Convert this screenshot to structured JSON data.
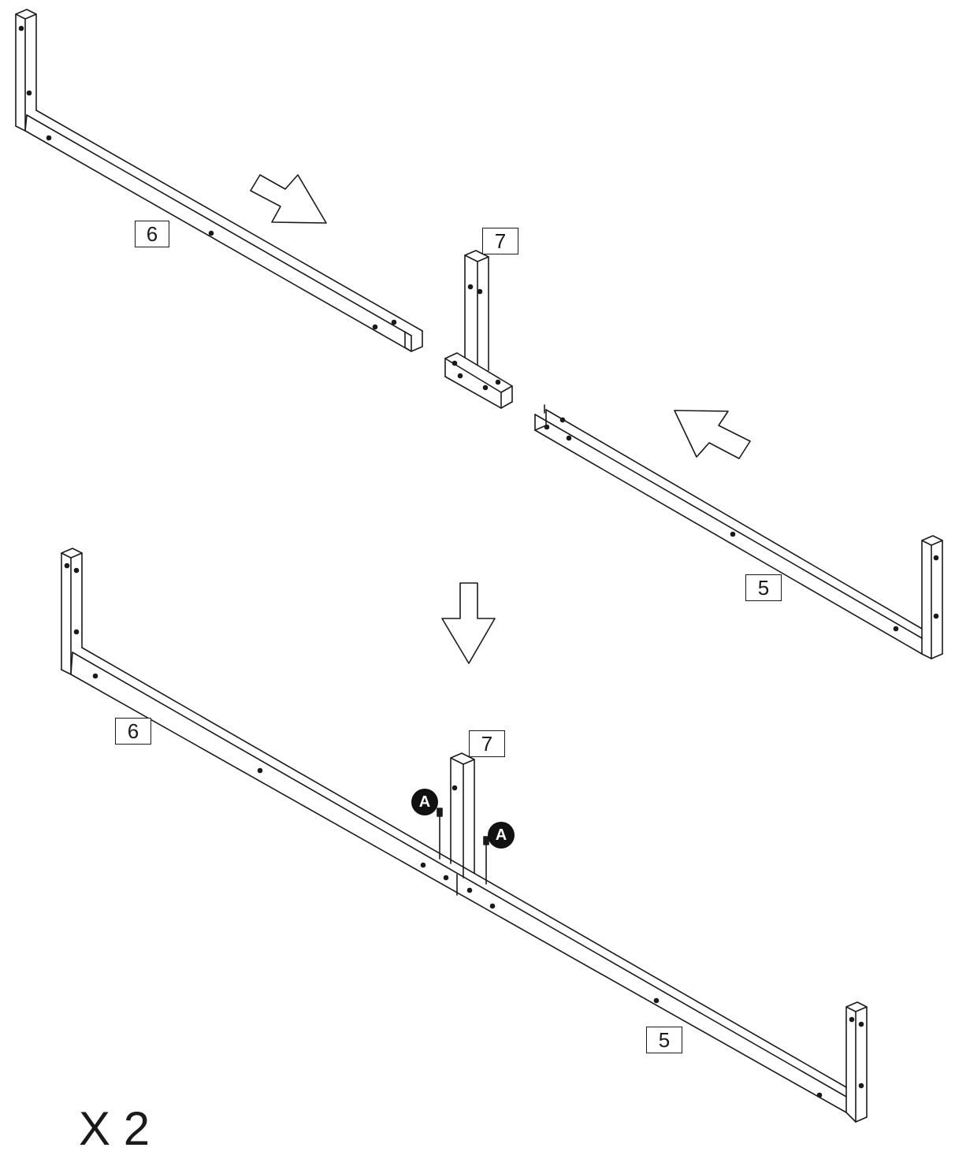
{
  "diagram": {
    "line_color": "#1a1a1a",
    "background": "#ffffff",
    "exploded_view": {
      "labels": {
        "part_6": "6",
        "part_7": "7",
        "part_5": "5"
      },
      "arrows": [
        "arrow-right-down-icon",
        "arrow-left-up-icon"
      ]
    },
    "transition_arrow": "arrow-down-icon",
    "assembled_view": {
      "labels": {
        "part_6": "6",
        "part_7": "7",
        "part_5": "5"
      },
      "fasteners": {
        "left": "A",
        "right": "A"
      }
    },
    "quantity": "X 2"
  }
}
